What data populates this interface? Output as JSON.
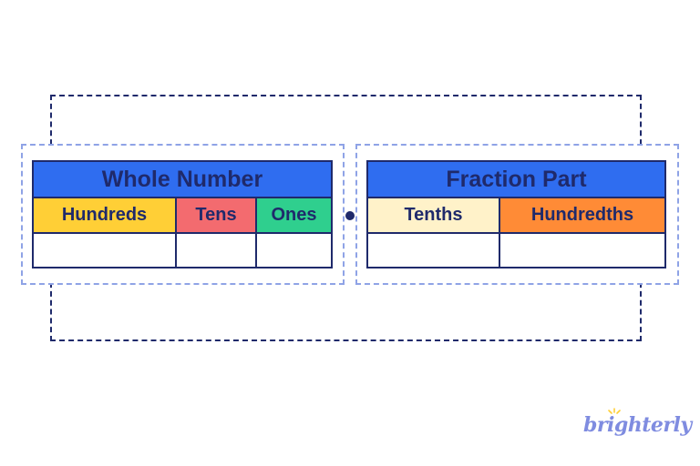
{
  "whole_number": {
    "title": "Whole Number",
    "columns": [
      "Hundreds",
      "Tens",
      "Ones"
    ]
  },
  "fraction_part": {
    "title": "Fraction Part",
    "columns": [
      "Tenths",
      "Hundredths"
    ]
  },
  "colors": {
    "header": "#2f6df0",
    "hundreds": "#ffcf36",
    "tens": "#f36b6f",
    "ones": "#2fcf8e",
    "tenths": "#fff2c9",
    "hundredths": "#ff8b36",
    "outline": "#1f2a6b"
  },
  "logo": {
    "text": "brighterly",
    "icon": "sun-icon"
  }
}
